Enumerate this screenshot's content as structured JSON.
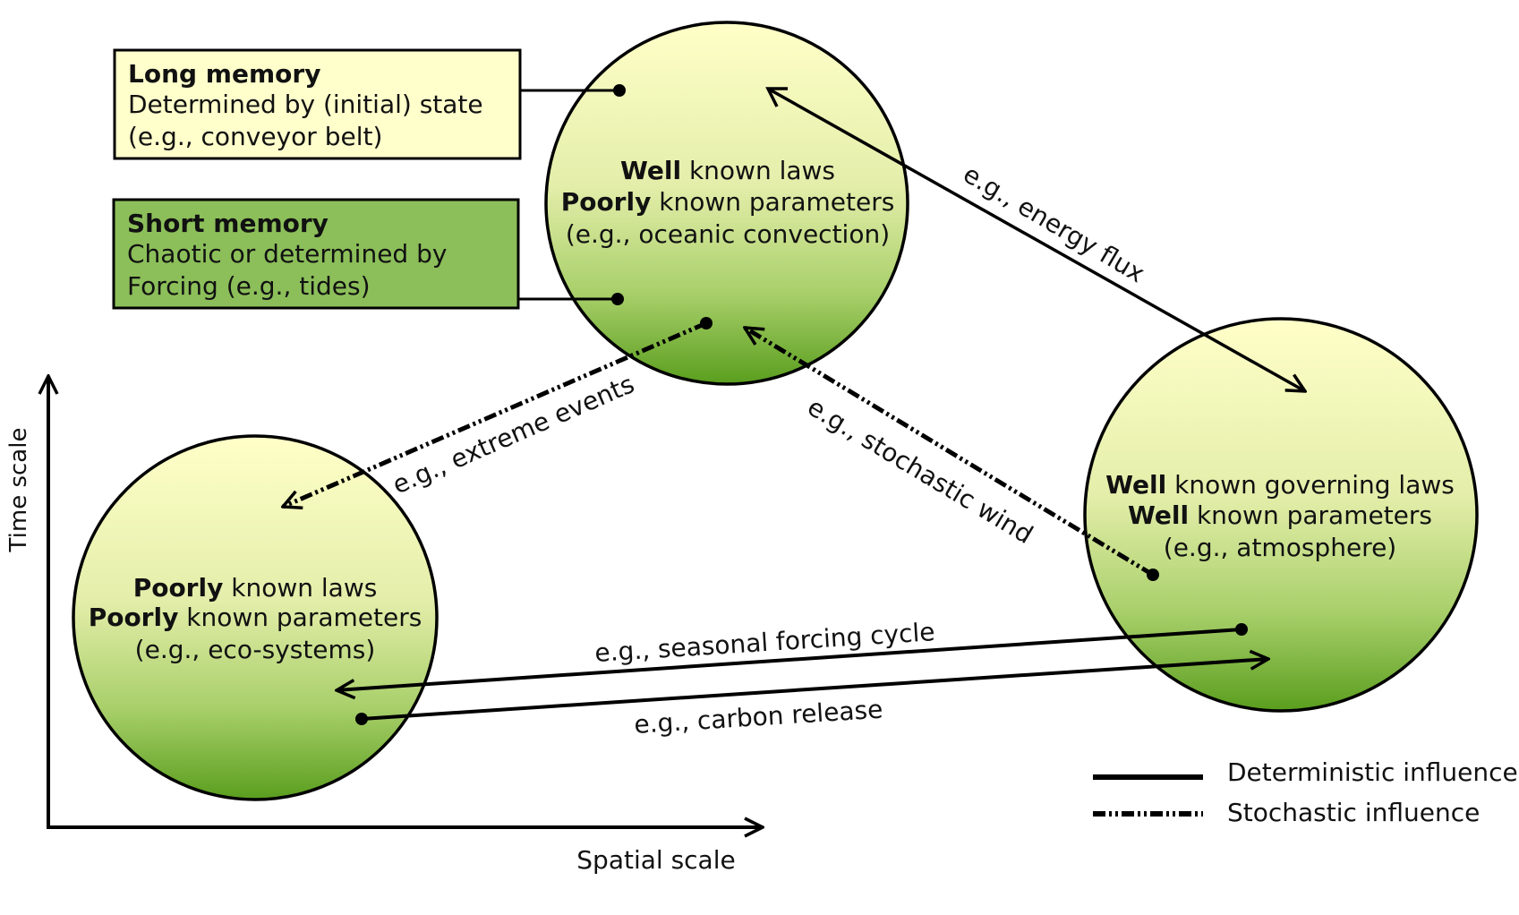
{
  "memory_boxes": {
    "long": {
      "title": "Long memory",
      "line1": "Determined by (initial) state",
      "line2": "(e.g., conveyor belt)",
      "fill": "#ffffcc"
    },
    "short": {
      "title": "Short memory",
      "line1": "Chaotic or determined by",
      "line2": "Forcing (e.g., tides)",
      "fill": "#8cbf5a"
    }
  },
  "nodes": {
    "ocean": {
      "line1_bold": "Well",
      "line1_rest": " known laws",
      "line2_bold": "Poorly",
      "line2_rest": " known parameters",
      "line3": "(e.g., oceanic convection)"
    },
    "eco": {
      "line1_bold": "Poorly",
      "line1_rest": " known laws",
      "line2_bold": "Poorly",
      "line2_rest": " known parameters",
      "line3": "(e.g., eco-systems)"
    },
    "atmos": {
      "line1_bold": "Well",
      "line1_rest": " known governing laws",
      "line2_bold": "Well",
      "line2_rest": " known parameters",
      "line3": "(e.g., atmosphere)"
    }
  },
  "arrow_labels": {
    "energy_flux": "e.g., energy flux",
    "extreme_events": "e.g., extreme events",
    "stochastic_wind": "e.g., stochastic wind",
    "seasonal_forcing": "e.g., seasonal forcing cycle",
    "carbon_release": "e.g., carbon release"
  },
  "axes": {
    "y_label": "Time scale",
    "x_label": "Spatial scale"
  },
  "legend": {
    "deterministic": "Deterministic influence",
    "stochastic": "Stochastic influence"
  },
  "colors": {
    "circle_top": "#ffffc8",
    "circle_mid": "#c8e090",
    "circle_bottom": "#5a9e1e",
    "line": "#000000"
  }
}
